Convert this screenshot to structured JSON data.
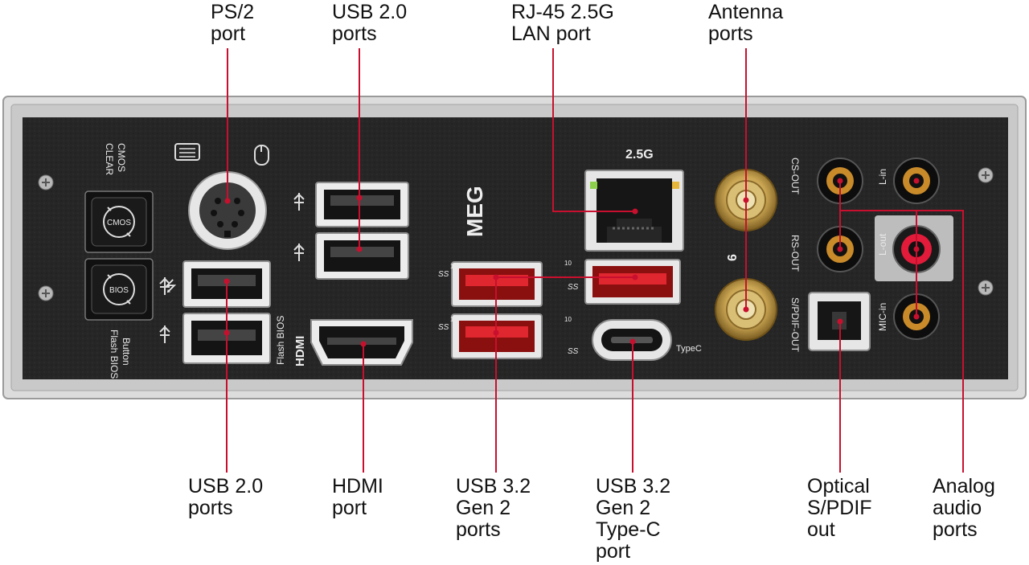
{
  "colors": {
    "accent": "#c8102e",
    "panel": "#262626",
    "shield": "#d9d9d9"
  },
  "callouts": {
    "ps2": [
      "PS/2",
      "port"
    ],
    "usb20_top": [
      "USB 2.0",
      "ports"
    ],
    "rj45": [
      "RJ-45 2.5G",
      "LAN port"
    ],
    "antenna": [
      "Antenna",
      "ports"
    ],
    "usb20_bottom": [
      "USB 2.0",
      "ports"
    ],
    "hdmi": [
      "HDMI",
      "port"
    ],
    "usb32": [
      "USB 3.2",
      "Gen 2",
      "ports"
    ],
    "typec": [
      "USB 3.2",
      "Gen 2",
      "Type-C",
      "port"
    ],
    "optical": [
      "Optical",
      "S/PDIF",
      "out"
    ],
    "analog": [
      "Analog",
      "audio",
      "ports"
    ]
  },
  "panel_text": {
    "clear": "CLEAR",
    "cmos": "CMOS",
    "cmos_btn": "CMOS",
    "bios_btn": "BIOS",
    "flash_left_1": "Flash BIOS",
    "flash_left_2": "Button",
    "flash_bios": "Flash BIOS",
    "hdmi": "HDMI",
    "lan_speed": "2.5G",
    "meg": "MEG",
    "typec": "TypeC",
    "ss10": "10",
    "wifi6": "6",
    "cs_out": "CS-OUT",
    "rs_out": "RS-OUT",
    "spdif_out": "S/PDIF-OUT",
    "l_in": "L-in",
    "l_out": "L-out",
    "mic_in": "MIC-in"
  }
}
